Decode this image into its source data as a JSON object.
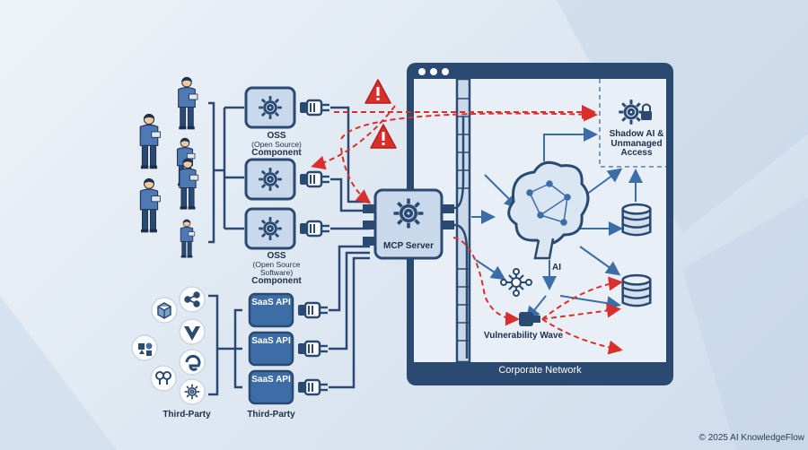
{
  "labels": {
    "oss_top": "OSS",
    "oss_top_sub": "(Open Source)",
    "oss_top_kind": "Component",
    "oss_bottom": "OSS",
    "oss_bottom_sub": "(Open Source Software)",
    "oss_bottom_kind": "Component",
    "saas_api": [
      "SaaS API",
      "SaaS API",
      "SaaS API"
    ],
    "third_party_left": "Third-Party",
    "third_party_right": "Third-Party",
    "mcp_server": "MCP Server",
    "shadow_ai": "Shadow AI & Unmanaged Access",
    "ai": "AI",
    "vulnerability_wave": "Vulnerability Wave",
    "corporate_network": "Corporate Network",
    "copyright": "© 2025 AI KnowledgeFlow"
  },
  "colors": {
    "navy": "#2b4a72",
    "accent_blue": "#3d6da6",
    "component_fill": "#c9d8ea",
    "danger_red": "#d9302c",
    "network_bg": "#e8eff7"
  },
  "icons": [
    "person-icon",
    "gear-icon",
    "plug-icon",
    "warning-icon",
    "brain-network-icon",
    "database-icon",
    "gear-lock-icon",
    "network-node-icon",
    "share-icon",
    "cube-icon",
    "vue-logo-icon",
    "edge-logo-icon",
    "tree-icon",
    "shapes-icon"
  ]
}
